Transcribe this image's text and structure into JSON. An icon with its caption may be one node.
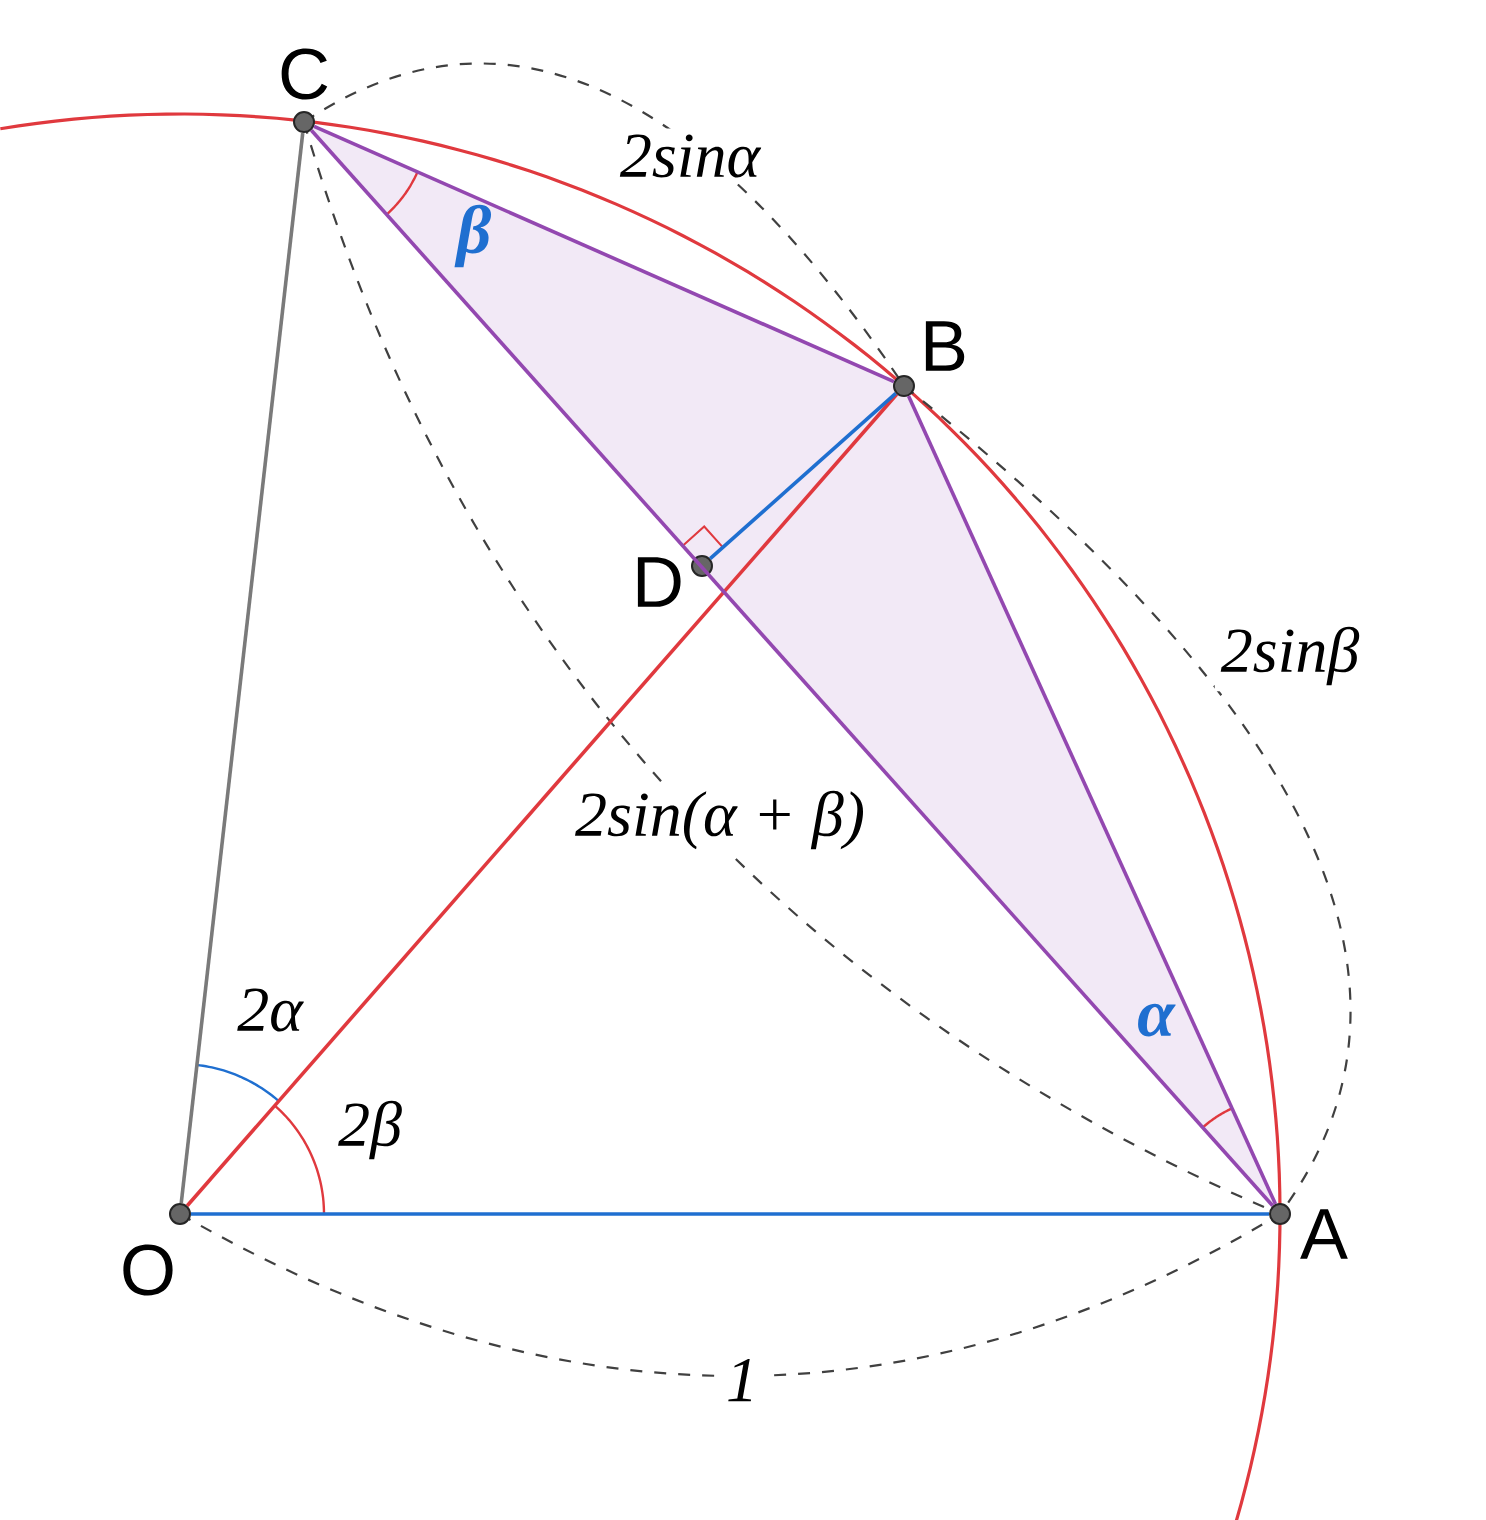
{
  "diagram": {
    "nodes": [
      {
        "text": [
          "C"
        ]
      },
      {
        "text": [
          "B"
        ]
      },
      {
        "text": [
          "D"
        ]
      },
      {
        "text": [
          "O"
        ]
      },
      {
        "text": [
          "A"
        ]
      }
    ],
    "edges": [
      {
        "from": 3,
        "to": 0,
        "arrow": "none",
        "color": "#7a7a7a"
      },
      {
        "from": 3,
        "to": 1,
        "arrow": "none",
        "color": "#e0393e"
      },
      {
        "from": 3,
        "to": 4,
        "arrow": "none",
        "color": "#1f6fd0"
      },
      {
        "from": 0,
        "to": 1,
        "arrow": "none"
      },
      {
        "from": 1,
        "to": 4,
        "arrow": "none"
      },
      {
        "from": 0,
        "to": 4,
        "arrow": "none"
      },
      {
        "from": 1,
        "to": 2,
        "arrow": "none",
        "color": "#1f6fd0"
      }
    ],
    "labels": [
      "2sinα",
      "β",
      "2sinβ",
      "2sin(α + β)",
      "α",
      "2α",
      "2β",
      "1"
    ]
  }
}
